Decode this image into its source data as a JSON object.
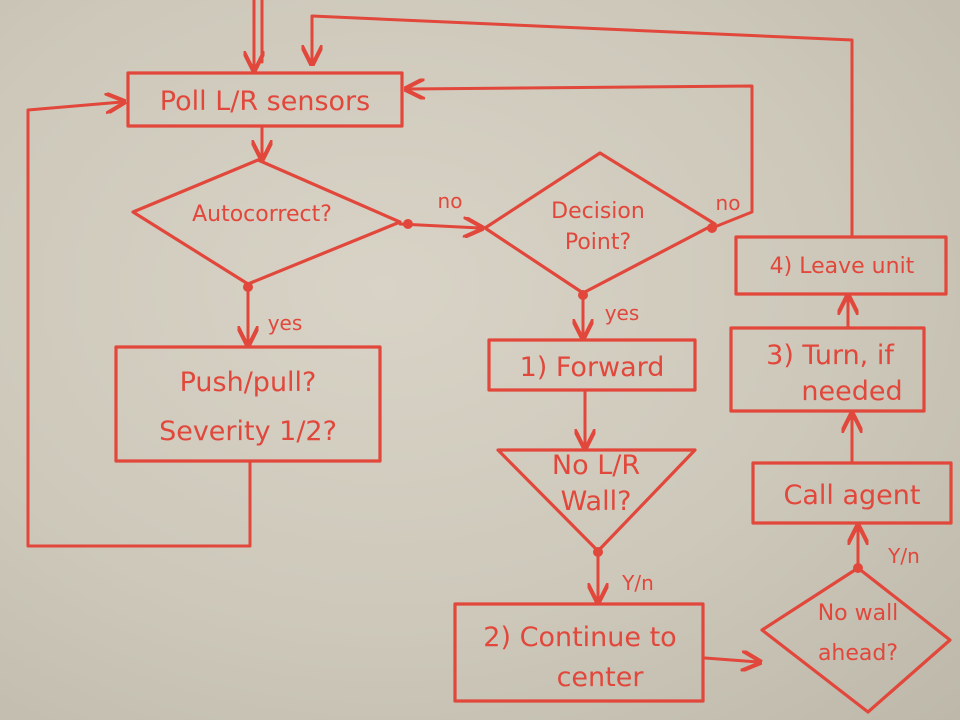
{
  "nodes": {
    "poll": "Poll L/R sensors",
    "autocorrect": "Autocorrect?",
    "decision_line1": "Decision",
    "decision_line2": "Point?",
    "pushpull_line1": "Push/pull?",
    "pushpull_line2": "Severity 1/2?",
    "forward": "1) Forward",
    "nolr_line1": "No L/R",
    "nolr_line2": "Wall?",
    "continue_line1": "2) Continue to",
    "continue_line2": "center",
    "nowall_line1": "No wall",
    "nowall_line2": "ahead?",
    "call_agent": "Call agent",
    "turn_line1": "3) Turn, if",
    "turn_line2": "needed",
    "leave": "4) Leave unit"
  },
  "edges": {
    "auto_no": "no",
    "auto_yes": "yes",
    "decision_no": "no",
    "decision_yes": "yes",
    "nolr_yn": "Y/n",
    "nowall_yn": "Y/n"
  },
  "colors": {
    "ink": "#e2473b",
    "board": "#d3cec1"
  }
}
